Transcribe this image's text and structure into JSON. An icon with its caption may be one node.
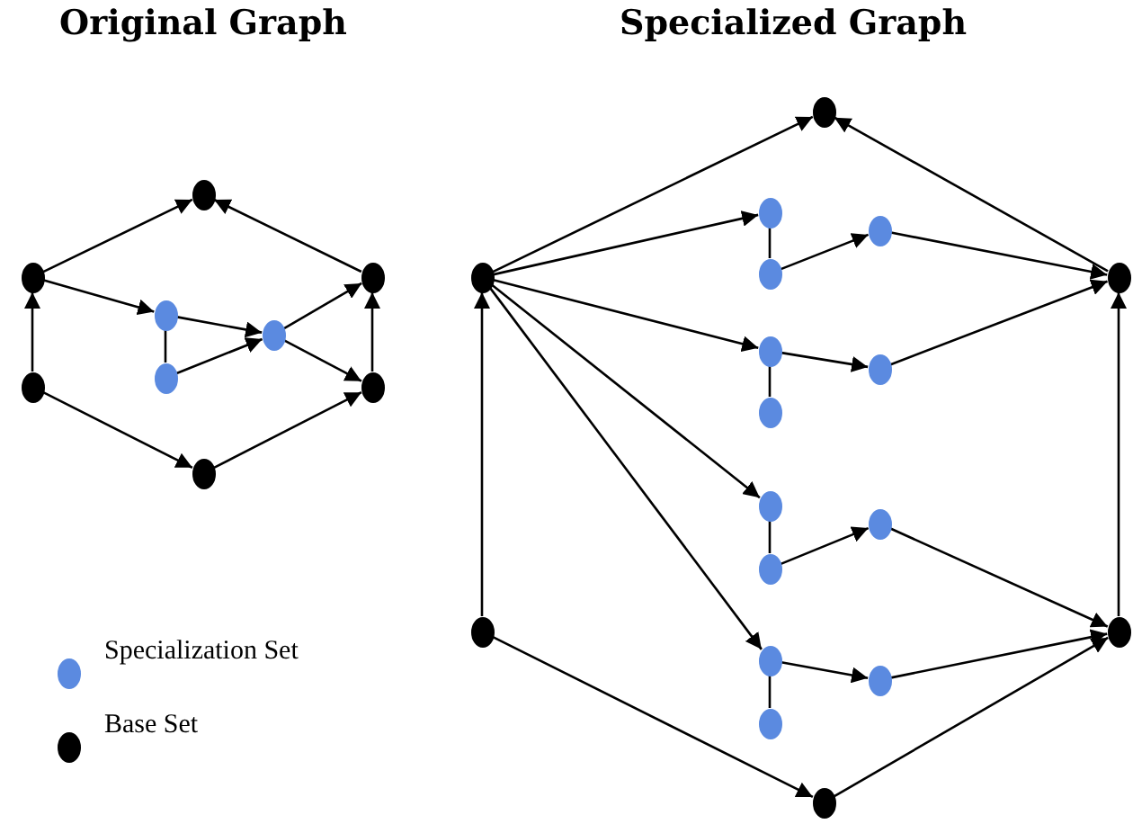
{
  "diagram": {
    "nodes": [
      {
        "text": [],
        "shape": "circle"
      },
      {
        "text": [],
        "shape": "circle"
      },
      {
        "text": [],
        "shape": "circle"
      },
      {
        "text": [],
        "shape": "circle"
      },
      {
        "text": [],
        "shape": "circle"
      },
      {
        "text": [],
        "shape": "circle"
      },
      {
        "text": [],
        "shape": "circle"
      },
      {
        "text": [],
        "shape": "circle"
      },
      {
        "text": [],
        "shape": "circle"
      },
      {
        "text": [],
        "shape": "circle"
      },
      {
        "text": [],
        "shape": "circle"
      },
      {
        "text": [],
        "shape": "circle"
      },
      {
        "text": [],
        "shape": "circle"
      },
      {
        "text": [],
        "shape": "circle"
      },
      {
        "text": [],
        "shape": "circle"
      },
      {
        "text": [],
        "shape": "circle"
      },
      {
        "text": [],
        "shape": "circle"
      },
      {
        "text": [],
        "shape": "circle"
      },
      {
        "text": [],
        "shape": "circle"
      },
      {
        "text": [],
        "shape": "circle"
      },
      {
        "text": [],
        "shape": "circle"
      },
      {
        "text": [],
        "shape": "circle"
      },
      {
        "text": [],
        "shape": "circle"
      },
      {
        "text": [],
        "shape": "circle"
      },
      {
        "text": [],
        "shape": "circle"
      },
      {
        "text": [],
        "shape": "circle"
      },
      {
        "text": [],
        "shape": "circle"
      }
    ],
    "edges": [
      {
        "from": 1,
        "to": 0,
        "arrow": "to"
      },
      {
        "from": 2,
        "to": 0,
        "arrow": "to"
      },
      {
        "from": 6,
        "to": 1,
        "arrow": "to"
      },
      {
        "from": 1,
        "to": 3,
        "arrow": "to"
      },
      {
        "from": 3,
        "to": 4,
        "arrow": "none"
      },
      {
        "from": 3,
        "to": 5,
        "arrow": "to"
      },
      {
        "from": 4,
        "to": 5,
        "arrow": "to"
      },
      {
        "from": 5,
        "to": 2,
        "arrow": "to"
      },
      {
        "from": 5,
        "to": 7,
        "arrow": "to"
      },
      {
        "from": 7,
        "to": 2,
        "arrow": "to"
      },
      {
        "from": 6,
        "to": 8,
        "arrow": "to"
      },
      {
        "from": 8,
        "to": 7,
        "arrow": "to"
      },
      {
        "from": 10,
        "to": 9,
        "arrow": "to"
      },
      {
        "from": 11,
        "to": 9,
        "arrow": "to"
      },
      {
        "from": 10,
        "to": 12,
        "arrow": "to"
      },
      {
        "from": 12,
        "to": 13,
        "arrow": "none"
      },
      {
        "from": 13,
        "to": 14,
        "arrow": "to"
      },
      {
        "from": 14,
        "to": 11,
        "arrow": "to"
      },
      {
        "from": 10,
        "to": 15,
        "arrow": "to"
      },
      {
        "from": 15,
        "to": 16,
        "arrow": "none"
      },
      {
        "from": 15,
        "to": 17,
        "arrow": "to"
      },
      {
        "from": 17,
        "to": 11,
        "arrow": "to"
      },
      {
        "from": 10,
        "to": 18,
        "arrow": "to"
      },
      {
        "from": 18,
        "to": 19,
        "arrow": "none"
      },
      {
        "from": 19,
        "to": 20,
        "arrow": "to"
      },
      {
        "from": 20,
        "to": 25,
        "arrow": "to"
      },
      {
        "from": 10,
        "to": 21,
        "arrow": "to"
      },
      {
        "from": 21,
        "to": 22,
        "arrow": "none"
      },
      {
        "from": 21,
        "to": 23,
        "arrow": "to"
      },
      {
        "from": 23,
        "to": 25,
        "arrow": "to"
      },
      {
        "from": 24,
        "to": 10,
        "arrow": "to"
      },
      {
        "from": 25,
        "to": 11,
        "arrow": "to"
      },
      {
        "from": 24,
        "to": 26,
        "arrow": "to"
      },
      {
        "from": 26,
        "to": 25,
        "arrow": "to"
      }
    ],
    "labels": [
      "Original Graph",
      "Specialized Graph"
    ],
    "legend": [
      {
        "text": "Specialization Set",
        "color": "#5b8ae0"
      },
      {
        "text": "Base Set",
        "color": "#000000"
      }
    ]
  }
}
